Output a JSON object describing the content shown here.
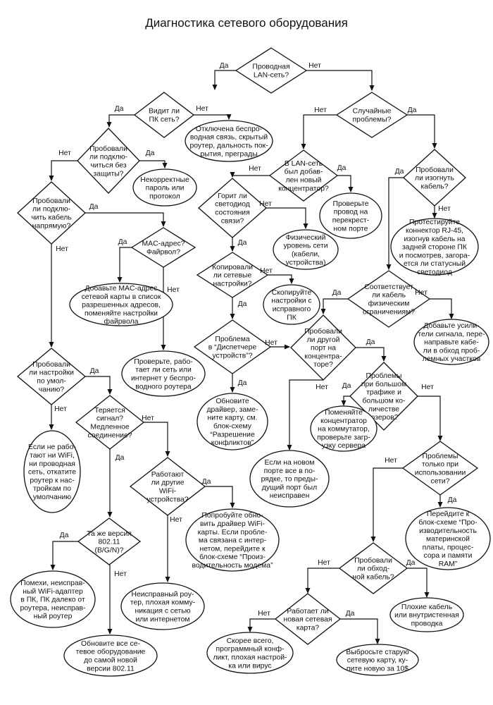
{
  "title": "Диагностика сетевого оборудования",
  "nodes": {
    "lan": [
      "Проводная",
      "LAN-сеть?"
    ],
    "pc_sees": [
      "Видит ли",
      "ПК сеть?"
    ],
    "wireless_off": [
      "Отключена беспро-",
      "водная связь, скрытый",
      "роутер, дальность пок-",
      "рытия, преграды"
    ],
    "try_open": [
      "Пробовали",
      "ли подклю-",
      "читься без",
      "защиты?"
    ],
    "bad_pass": [
      "Некорректные",
      "пароль или",
      "протокол"
    ],
    "try_cable": [
      "Пробовали",
      "ли подклю-",
      "чить кабель",
      "напрямую?"
    ],
    "mac": [
      "MAC-адрес?",
      "Файрвол?"
    ],
    "add_mac": [
      "Добавьте MAC-адрес",
      "сетевой карты в список",
      "разрешенных адресов,",
      "поменяйте настройки",
      "файрвола"
    ],
    "check_net": [
      "Проверьте, рабо-",
      "тает ли сеть или",
      "интернет у беспро-",
      "водного роутера"
    ],
    "defaults": [
      "Пробовали",
      "ли настройки",
      "по умол-",
      "чанию?"
    ],
    "reset": [
      "Если не рабо-",
      "тают ни WiFi,",
      "ни проводная",
      "сеть, откатите",
      "роутер к нас-",
      "тройкам по",
      "умолчанию"
    ],
    "lost": [
      "Теряется",
      "сигнал?",
      "Медленное",
      "соединение?"
    ],
    "others": [
      "Работают",
      "ли другие",
      "WiFi-",
      "устройства?"
    ],
    "driver_wifi": [
      "Попробуйте обно-",
      "вить драйвер WiFi-",
      "карты. Если пробле-",
      "ма связана с интер-",
      "нетом, перейдите к",
      "блок-схеме “Произ-",
      "водительность модема”"
    ],
    "bad_router": [
      "Неисправный роу-",
      "тер, плохая комму-",
      "никация с сетью",
      "или интернетом"
    ],
    "version": [
      "Та же версия",
      "802.11",
      "(B/G/N)?"
    ],
    "interference": [
      "Помехи, неисправ-",
      "ный WiFi-адаптер",
      "в ПК, ПК далеко от",
      "роутера, неисправ-",
      "ный роутер"
    ],
    "upgrade": [
      "Обновите все се-",
      "тевое оборудование",
      "до самой новой",
      "версии 802.11"
    ],
    "random": [
      "Случайные",
      "проблемы?"
    ],
    "new_hub": [
      "В LAN-сеть",
      "был добав-",
      "лен новый",
      "концентратор?"
    ],
    "check_wire": [
      "Проверьте",
      "провод на",
      "перекрест-",
      "ном порте"
    ],
    "led": [
      "Горит ли",
      "светодиод",
      "состояния",
      "связи?"
    ],
    "phys": [
      "Физический",
      "уровень сети",
      "(кабели,",
      "устройства)"
    ],
    "copied": [
      "Копировали",
      "ли сетевые",
      "настройки?"
    ],
    "copy_set": [
      "Скопируйте",
      "настройки с",
      "исправного",
      "ПК"
    ],
    "devmgr": [
      "Проблема",
      "в “Диспетчере",
      "устройств”?"
    ],
    "upd_drv": [
      "Обновите",
      "драйвер, заме-",
      "ните карту, см.",
      "блок-схему",
      "“Разрешение",
      "конфликтов”"
    ],
    "bend": [
      "Пробовали",
      "ли изогнуть",
      "кабель?"
    ],
    "test_rj": [
      "Протестируйте",
      "коннектор RJ-45,",
      "изогнув кабель на",
      "задней стороне ПК",
      "и посмотрев, загора-",
      "ется ли статусный",
      "светодиод"
    ],
    "limits": [
      "Соответствует",
      "ли кабель",
      "физическим",
      "ограничениям?"
    ],
    "amp": [
      "Добавьте усили-",
      "тели сигнала, пере-",
      "направьте кабе-",
      "ли в обход проб-",
      "лемных участков"
    ],
    "other_port": [
      "Пробовали",
      "ли другой",
      "порт на",
      "концентра-",
      "торе?"
    ],
    "new_port": [
      "Если на новом",
      "порте все в по-",
      "рядке, то преды-",
      "дущий порт был",
      "неисправен"
    ],
    "traffic": [
      "Проблемы",
      "при большом",
      "трафике и",
      "большом ко-",
      "личестве",
      "юзеров?"
    ],
    "swap_hub": [
      "Поменяйте",
      "концентратор",
      "на коммутатор,",
      "проверьте загр-",
      "узку сервера"
    ],
    "only_use": [
      "Проблемы",
      "только при",
      "использовании",
      "сети?"
    ],
    "mobo": [
      "Перейдите к",
      "блок-схеме “Про-",
      "изводительность",
      "материнской",
      "платы, процес-",
      "сора и памяти",
      "RAM”"
    ],
    "bypass": [
      "Пробовали",
      "ли обход-",
      "ной кабель?"
    ],
    "bad_cable": [
      "Плохие кабель",
      "или внутристенная",
      "проводка"
    ],
    "new_card": [
      "Работает ли",
      "новая сетевая",
      "карта?"
    ],
    "conflict": [
      "Скорее всего,",
      "программный конф-",
      "ликт, плохая настрой-",
      "ка или вирус"
    ],
    "discard": [
      "Выбросьте старую",
      "сетевую карту, ку-",
      "пите новую за 10$"
    ]
  },
  "labels": {
    "yes": "Да",
    "no": "Нет"
  }
}
